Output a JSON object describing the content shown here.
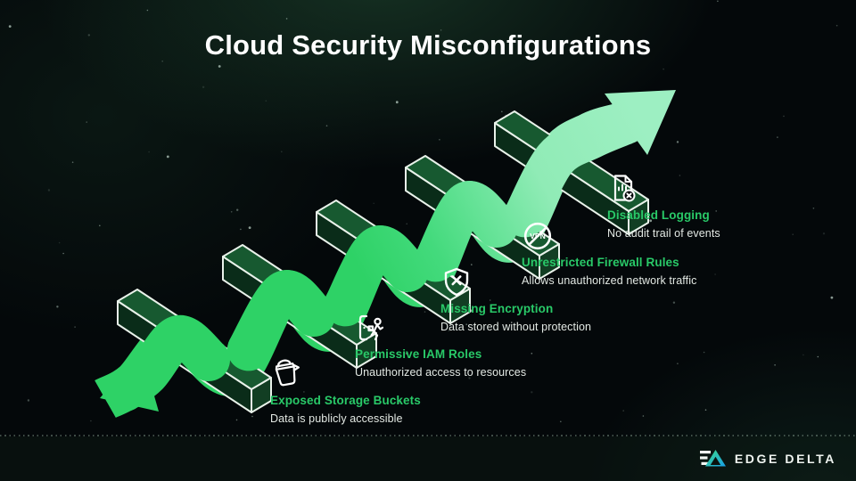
{
  "slide": {
    "title": "Cloud Security Misconfigurations"
  },
  "callouts": [
    {
      "icon": "bucket-icon",
      "title": "Exposed Storage Buckets",
      "description": "Data is publicly accessible"
    },
    {
      "icon": "door-exit-icon",
      "title": "Permissive IAM Roles",
      "description": "Unauthorized access to resources"
    },
    {
      "icon": "shield-x-icon",
      "title": "Missing Encryption",
      "description": "Data stored without protection"
    },
    {
      "icon": "no-vpn-icon",
      "title": "Unrestricted Firewall Rules",
      "description": "Allows unauthorized network traffic",
      "icon_label": "VPN"
    },
    {
      "icon": "log-file-x-icon",
      "title": "Disabled Logging",
      "description": "No audit trail of events"
    }
  ],
  "footer": {
    "brand": "EDGE DELTA"
  },
  "colors": {
    "accent_green": "#29c968",
    "ribbon_green": "#2ed266",
    "ribbon_mint": "#97edbc",
    "bar_top": "#175930",
    "bar_front": "#0a2c19",
    "bar_cap": "#123e23",
    "background": "#04080a",
    "logo_gradient_start": "#3fdd85",
    "logo_gradient_end": "#179fe8"
  }
}
